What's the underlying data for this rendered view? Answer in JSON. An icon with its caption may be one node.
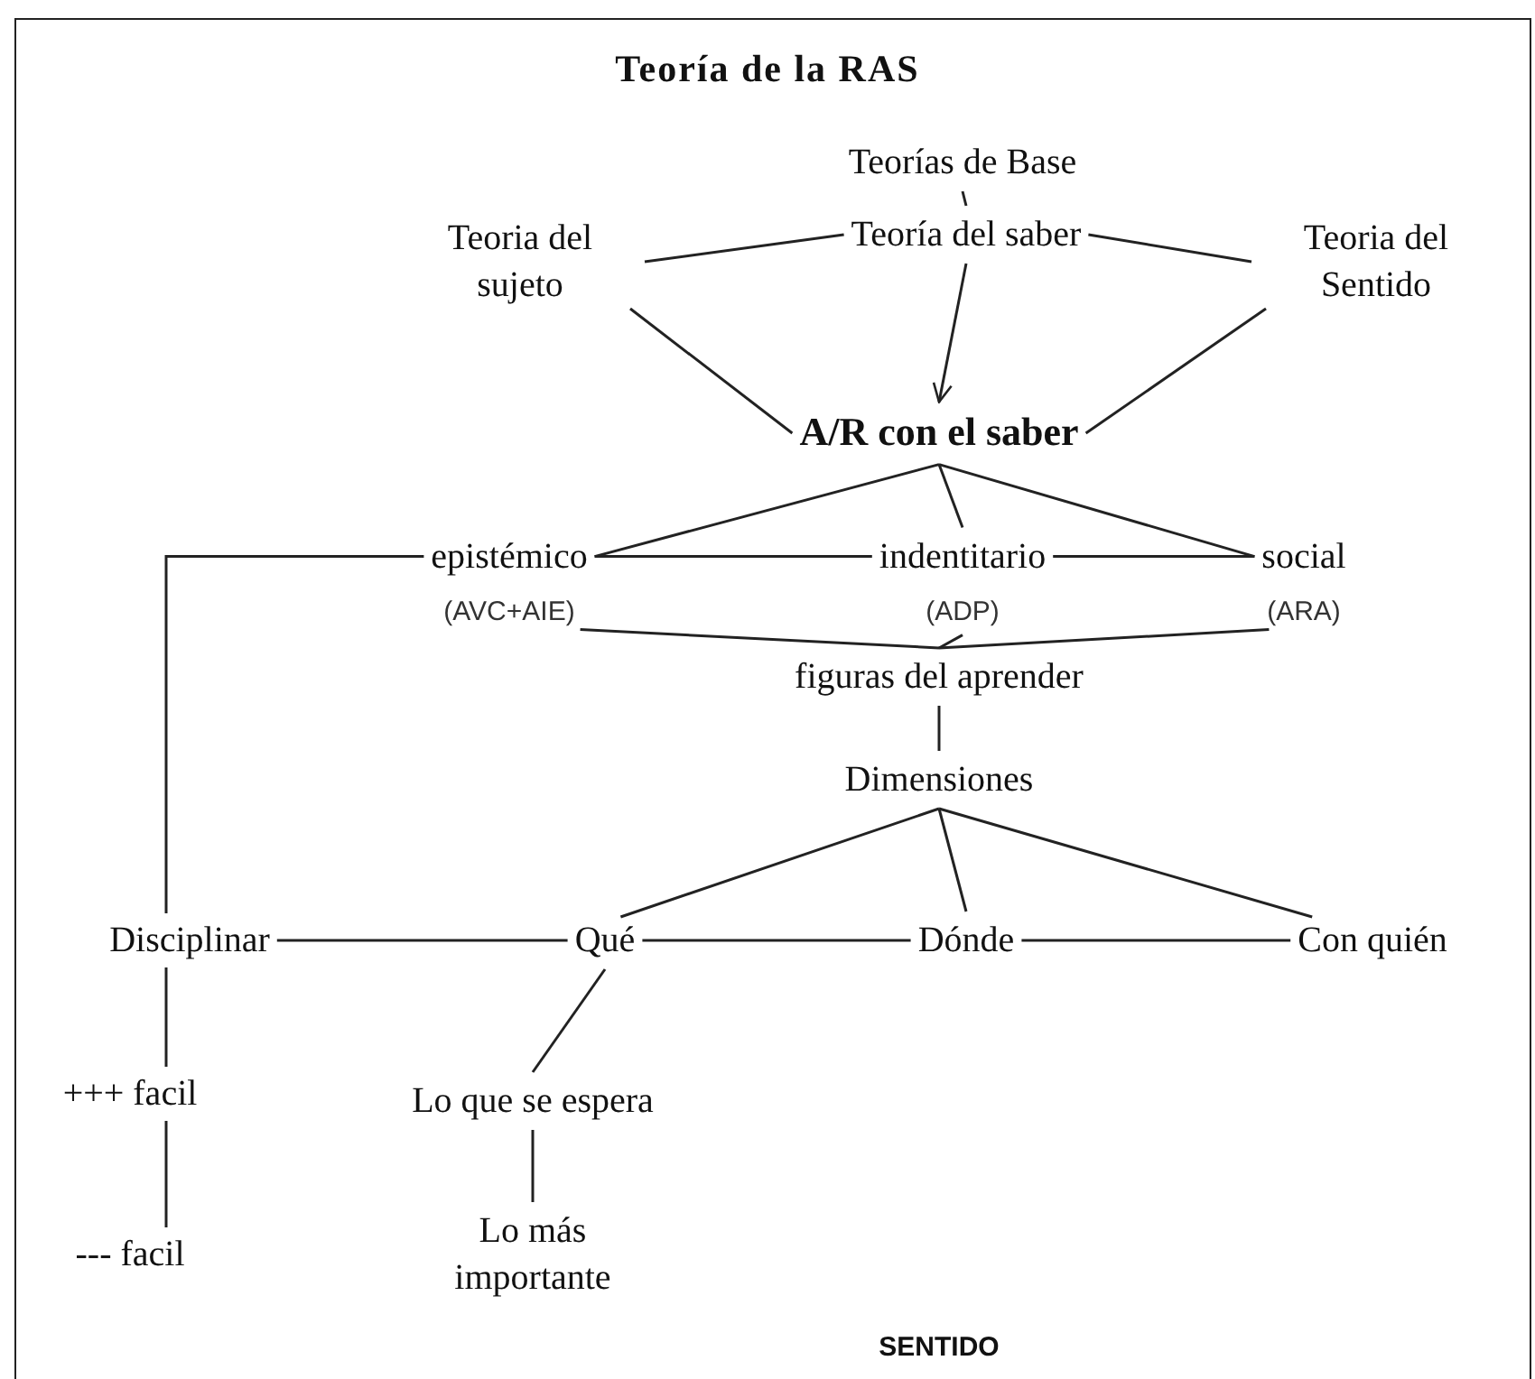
{
  "diagram": {
    "title": "Teoría de la RAS",
    "nodes": [
      {
        "text": [
          "Teorías de Base"
        ]
      },
      {
        "text": [
          "Teoria del sujeto"
        ]
      },
      {
        "text": [
          "Teoría del saber"
        ]
      },
      {
        "text": [
          "Teoria del Sentido"
        ]
      },
      {
        "text": [
          "A/R con el saber"
        ]
      },
      {
        "text": [
          "epistémico",
          "(AVC+AIE)"
        ]
      },
      {
        "text": [
          "indentitario",
          "(ADP)"
        ]
      },
      {
        "text": [
          "social",
          "(ARA)"
        ]
      },
      {
        "text": [
          "figuras del aprender"
        ]
      },
      {
        "text": [
          "Dimensiones"
        ]
      },
      {
        "text": [
          "Disciplinar"
        ]
      },
      {
        "text": [
          "Qué"
        ]
      },
      {
        "text": [
          "Dónde"
        ]
      },
      {
        "text": [
          "Con quién"
        ]
      },
      {
        "text": [
          "Lo que se espera"
        ]
      },
      {
        "text": [
          "Lo más importante"
        ]
      },
      {
        "text": [
          "+++ facil"
        ]
      },
      {
        "text": [
          "--- facil"
        ]
      }
    ],
    "edges": [
      {
        "from": 0,
        "to": 2,
        "arrow": "none"
      },
      {
        "from": 1,
        "to": 2,
        "arrow": "none"
      },
      {
        "from": 2,
        "to": 3,
        "arrow": "none"
      },
      {
        "from": 2,
        "to": 4,
        "arrow": "to"
      },
      {
        "from": 1,
        "to": 4,
        "arrow": "none"
      },
      {
        "from": 3,
        "to": 4,
        "arrow": "none"
      },
      {
        "from": 4,
        "to": 5,
        "arrow": "none"
      },
      {
        "from": 4,
        "to": 6,
        "arrow": "none"
      },
      {
        "from": 4,
        "to": 7,
        "arrow": "none"
      },
      {
        "from": 5,
        "to": 6,
        "arrow": "none"
      },
      {
        "from": 6,
        "to": 7,
        "arrow": "none"
      },
      {
        "from": 5,
        "to": 8,
        "arrow": "none"
      },
      {
        "from": 6,
        "to": 8,
        "arrow": "none"
      },
      {
        "from": 7,
        "to": 8,
        "arrow": "none"
      },
      {
        "from": 8,
        "to": 9,
        "arrow": "none"
      },
      {
        "from": 9,
        "to": 11,
        "arrow": "none"
      },
      {
        "from": 9,
        "to": 12,
        "arrow": "none"
      },
      {
        "from": 9,
        "to": 13,
        "arrow": "none"
      },
      {
        "from": 10,
        "to": 11,
        "arrow": "none"
      },
      {
        "from": 11,
        "to": 12,
        "arrow": "none"
      },
      {
        "from": 12,
        "to": 13,
        "arrow": "none"
      },
      {
        "from": 11,
        "to": 14,
        "arrow": "none"
      },
      {
        "from": 14,
        "to": 15,
        "arrow": "none"
      },
      {
        "from": 5,
        "to": 10,
        "arrow": "none"
      },
      {
        "from": 10,
        "to": 16,
        "arrow": "none"
      },
      {
        "from": 16,
        "to": 17,
        "arrow": "none"
      }
    ],
    "labels": [
      "SENTIDO"
    ]
  }
}
